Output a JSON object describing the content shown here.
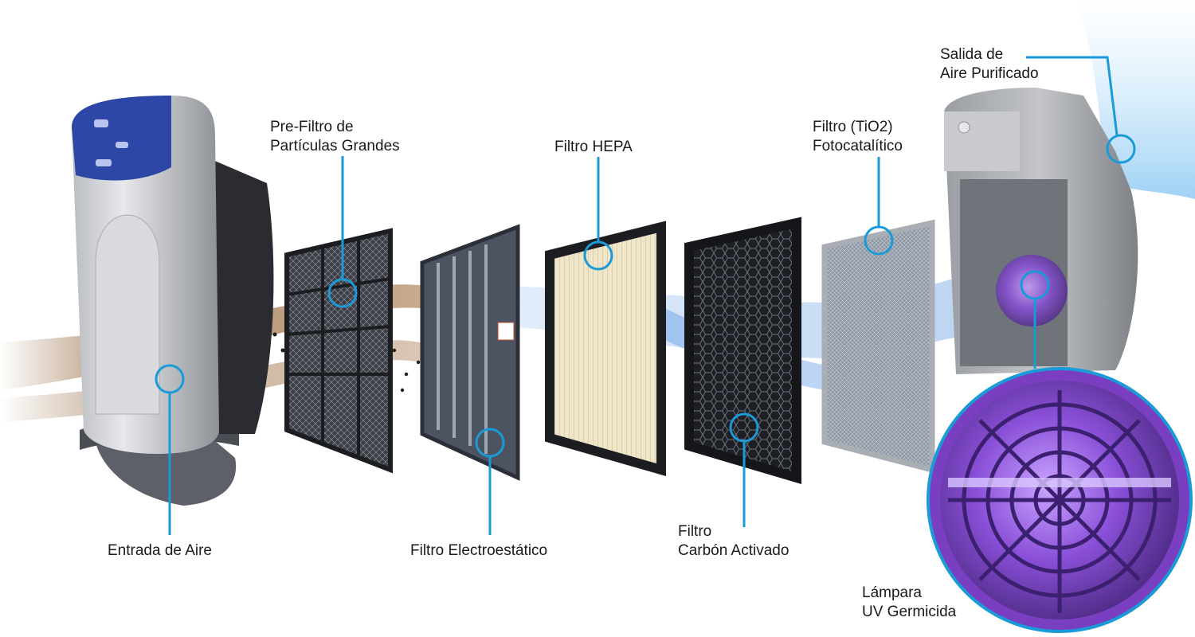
{
  "labels": {
    "air_inlet": "Entrada de Aire",
    "prefilter": [
      "Pre-Filtro de",
      "Partículas Grandes"
    ],
    "electrostatic": "Filtro Electroestático",
    "hepa": "Filtro HEPA",
    "carbon": [
      "Filtro",
      "Carbón Activado"
    ],
    "tio2": [
      "Filtro (TiO2)",
      "Fotocatalítico"
    ],
    "air_outlet": [
      "Salida de",
      "Aire Purificado"
    ],
    "uv_lamp": [
      "Lámpara",
      "UV Germicida"
    ]
  },
  "colors": {
    "callout": "#1a9ad6",
    "dirty_air": "#8a5a2b",
    "clean_air": "#2b78d8",
    "uv_glow": "#8a4fd8",
    "unit_silver": "#c9ccd1",
    "unit_dark": "#3a3d42",
    "panel_blue": "#2c47a6",
    "hepa_paper": "#efe6c9",
    "frame_dark": "#202226"
  },
  "icons": [
    "air-purifier-unit",
    "prefilter-panel",
    "electrostatic-panel",
    "hepa-panel",
    "carbon-panel",
    "tio2-panel",
    "open-purifier-unit",
    "uv-lamp-zoom"
  ]
}
